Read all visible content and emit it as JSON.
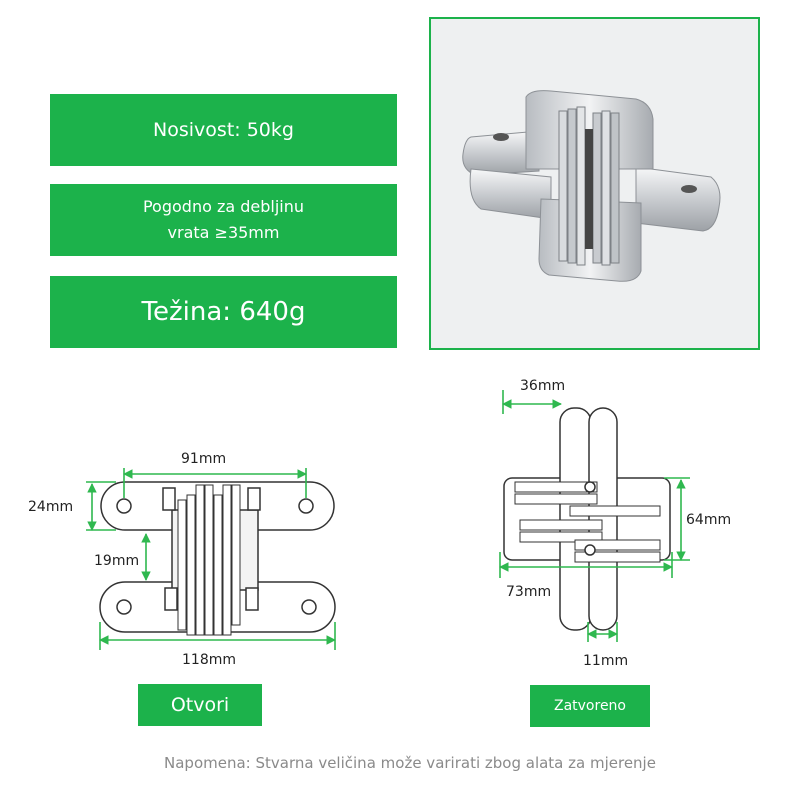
{
  "specs": {
    "load_capacity": "Nosivost: 50kg",
    "door_thickness": "Pogodno za debljinu\nvrata ≥35mm",
    "weight": "Težina: 640g"
  },
  "open_view": {
    "dim_width_holes": "91mm",
    "dim_height": "24mm",
    "dim_gap": "19mm",
    "dim_total_width": "118mm"
  },
  "closed_view": {
    "dim_width": "36mm",
    "dim_height": "64mm",
    "dim_length": "73mm",
    "dim_thickness": "11mm"
  },
  "buttons": {
    "open_label": "Otvori",
    "closed_label": "Zatvoreno"
  },
  "footnote": "Napomena: Stvarna veličina može varirati zbog alata za mjerenje",
  "colors": {
    "accent": "#1cb24b",
    "dimension_line": "#2fb84f"
  }
}
